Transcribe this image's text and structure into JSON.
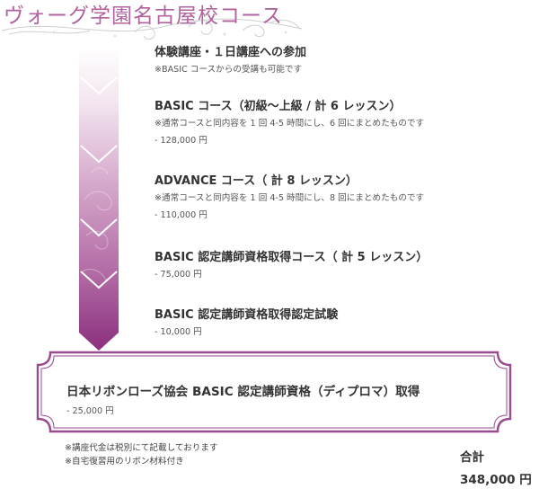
{
  "header": {
    "title": "ヴォーグ学園名古屋校コース"
  },
  "steps": [
    {
      "title": "体験講座・１日講座への参加",
      "note": "※BASIC コースからの受講も可能です",
      "price": ""
    },
    {
      "title": "BASIC コース（初級〜上級 / 計 6 レッスン）",
      "note": "※通常コースと同内容を 1 回 4-5 時間にし、6 回にまとめたものです",
      "price": "- 128,000 円"
    },
    {
      "title": "ADVANCE コース（ 計 8 レッスン）",
      "note": "※通常コースと同内容を 1 回 4-5 時間にし、8 回にまとめたものです",
      "price": "- 110,000 円"
    },
    {
      "title": "BASIC 認定講師資格取得コース（ 計 5 レッスン）",
      "note": "",
      "price": "- 75,000 円"
    },
    {
      "title": "BASIC 認定講師資格取得認定試験",
      "note": "",
      "price": "- 10,000 円"
    }
  ],
  "diploma": {
    "title": "日本リボンローズ協会 BASIC 認定講師資格（ディプロマ）取得",
    "price": "- 25,000 円"
  },
  "notes": [
    "※講座代金は税別にて記載しております",
    "※自宅復習用のリボン材料付き"
  ],
  "total": {
    "label": "合計",
    "value": "348,000 円"
  },
  "colors": {
    "accent": "#b0639f",
    "arrow_top": "#f7eef5",
    "arrow_bottom": "#8b2f7e",
    "frame": "#9a4a8e"
  }
}
